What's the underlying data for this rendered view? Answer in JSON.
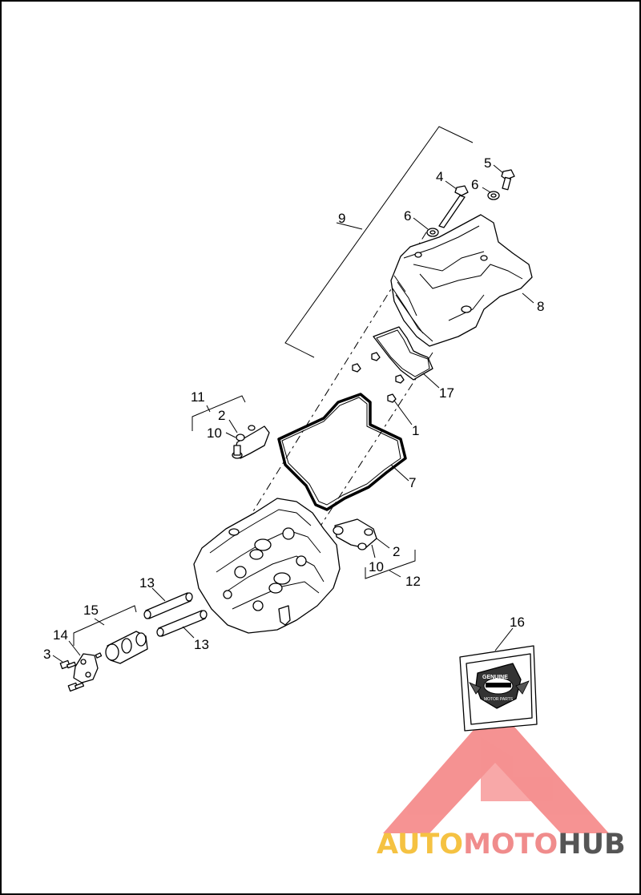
{
  "callouts": {
    "c1": "1",
    "c2a": "2",
    "c2b": "2",
    "c3": "3",
    "c4": "4",
    "c5": "5",
    "c6a": "6",
    "c6b": "6",
    "c7": "7",
    "c8": "8",
    "c9": "9",
    "c10a": "10",
    "c10b": "10",
    "c11": "11",
    "c12": "12",
    "c13a": "13",
    "c13b": "13",
    "c14": "14",
    "c15": "15",
    "c16": "16",
    "c17": "17"
  },
  "badge": {
    "top_text": "GENUINE",
    "bottom_text": "MOTOR PARTS"
  },
  "watermark": {
    "part1": "AUTO",
    "part2": "MOTO",
    "part3": "HUB",
    "color1": "#f5c242",
    "color2": "#f08c8c",
    "color3": "#555555"
  },
  "colors": {
    "logo_red": "#ee3a3a"
  }
}
